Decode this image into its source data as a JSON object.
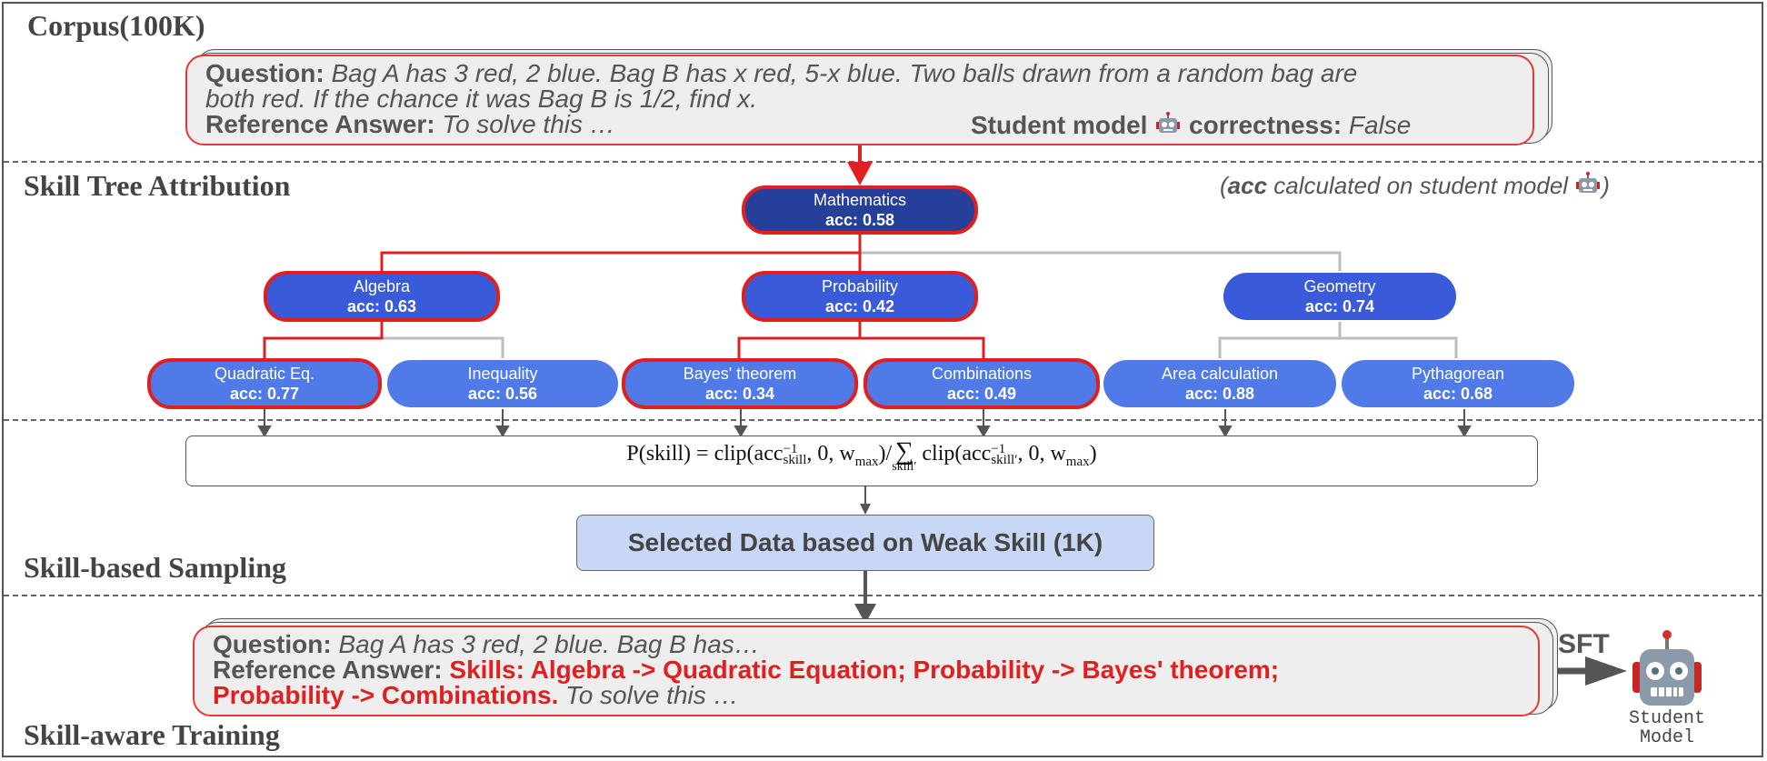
{
  "sections": {
    "corpus": "Corpus(100K)",
    "attribution": "Skill Tree Attribution",
    "sampling": "Skill-based Sampling",
    "training": "Skill-aware Training"
  },
  "corpus_card": {
    "question_label": "Question:",
    "question_line1": "Bag A has 3 red, 2 blue. Bag B has x red, 5-x blue. Two balls drawn from a random bag are",
    "question_line2": "both red. If the chance it was Bag B is 1/2, find x.",
    "ref_label": "Reference Answer:",
    "ref_text": "To solve this …",
    "student_label": "Student model",
    "correctness_label": "correctness:",
    "correctness_value": "False"
  },
  "acc_note": {
    "open": "(",
    "acc_word": "acc",
    "text": " calculated on student model",
    "close": ")"
  },
  "tree": {
    "nodes": [
      {
        "id": "mathematics",
        "name": "Mathematics",
        "acc": "acc: 0.58",
        "highlighted": true
      },
      {
        "id": "algebra",
        "name": "Algebra",
        "acc": "acc: 0.63",
        "highlighted": true
      },
      {
        "id": "probability",
        "name": "Probability",
        "acc": "acc: 0.42",
        "highlighted": true
      },
      {
        "id": "geometry",
        "name": "Geometry",
        "acc": "acc: 0.74",
        "highlighted": false
      },
      {
        "id": "quadratic",
        "name": "Quadratic Eq.",
        "acc": "acc: 0.77",
        "highlighted": true
      },
      {
        "id": "inequality",
        "name": "Inequality",
        "acc": "acc: 0.56",
        "highlighted": false
      },
      {
        "id": "bayes",
        "name": "Bayes' theorem",
        "acc": "acc: 0.34",
        "highlighted": true
      },
      {
        "id": "combinations",
        "name": "Combinations",
        "acc": "acc: 0.49",
        "highlighted": true
      },
      {
        "id": "area",
        "name": "Area calculation",
        "acc": "acc: 0.88",
        "highlighted": false
      },
      {
        "id": "pythagorean",
        "name": "Pythagorean",
        "acc": "acc: 0.68",
        "highlighted": false
      }
    ],
    "colors": {
      "root": "#253f9b",
      "level1": "#3a5bd9",
      "level2": "#4f7ae8",
      "highlight": "#e02020",
      "inactive_edge": "#bdbdbd"
    }
  },
  "formula": {
    "lhs": "P(skill) = clip(acc",
    "sup": "−1",
    "sub1": "skill",
    "mid": ", 0, w",
    "wsub": "max",
    "div": ")/",
    "sum": "∑",
    "sum_sub": "skill′",
    "rhs": " clip(acc",
    "sub2": "skill′",
    "end": ")"
  },
  "selected_box": "Selected Data based on Weak Skill (1K)",
  "training_card": {
    "question_label": "Question:",
    "question_text": "Bag A has 3 red, 2 blue. Bag B has…",
    "ref_label": "Reference Answer:",
    "skills_line1": "Skills: Algebra -> Quadratic Equation; Probability -> Bayes' theorem;",
    "skills_line2": "Probability -> Combinations.",
    "ref_tail": "To solve this …"
  },
  "sft_label": "SFT",
  "student": {
    "line1": "Student",
    "line2": "Model"
  }
}
